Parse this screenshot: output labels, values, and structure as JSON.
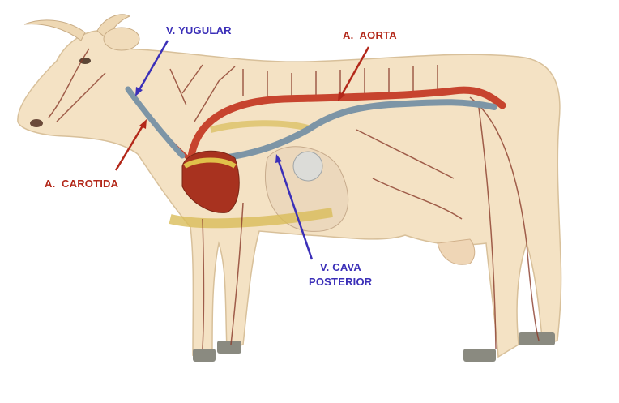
{
  "labels": {
    "jugular_vein": "V. YUGULAR",
    "aorta": "A.  AORTA",
    "carotid": "A.  CAROTIDA",
    "vena_cava_line1": "V. CAVA",
    "vena_cava_line2": "POSTERIOR"
  },
  "colors": {
    "vein_label": "#3b2fb8",
    "artery_label": "#b3281a",
    "artery": "#c7442e",
    "vein": "#7d95a6",
    "body": "#f4e2c4"
  }
}
